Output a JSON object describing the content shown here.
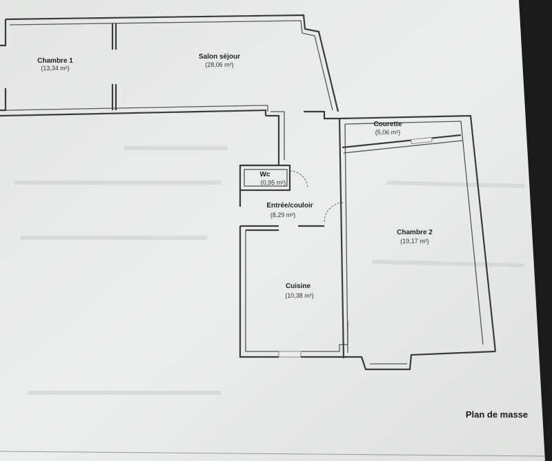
{
  "plan": {
    "caption": "Plan de masse",
    "rooms": {
      "chambre1": {
        "name": "Chambre 1",
        "area": "(13,34 m²)"
      },
      "salon": {
        "name": "Salon séjour",
        "area": "(28,06 m²)"
      },
      "courette": {
        "name": "Courette",
        "area": "(5,06 m²)"
      },
      "wc": {
        "name": "Wc",
        "area": "(0,95 m²)"
      },
      "entree": {
        "name": "Entrée/couloir",
        "area": "(8,29 m²)"
      },
      "chambre2": {
        "name": "Chambre 2",
        "area": "(19,17 m²)"
      },
      "cuisine": {
        "name": "Cuisine",
        "area": "(10,38 m²)"
      }
    }
  }
}
